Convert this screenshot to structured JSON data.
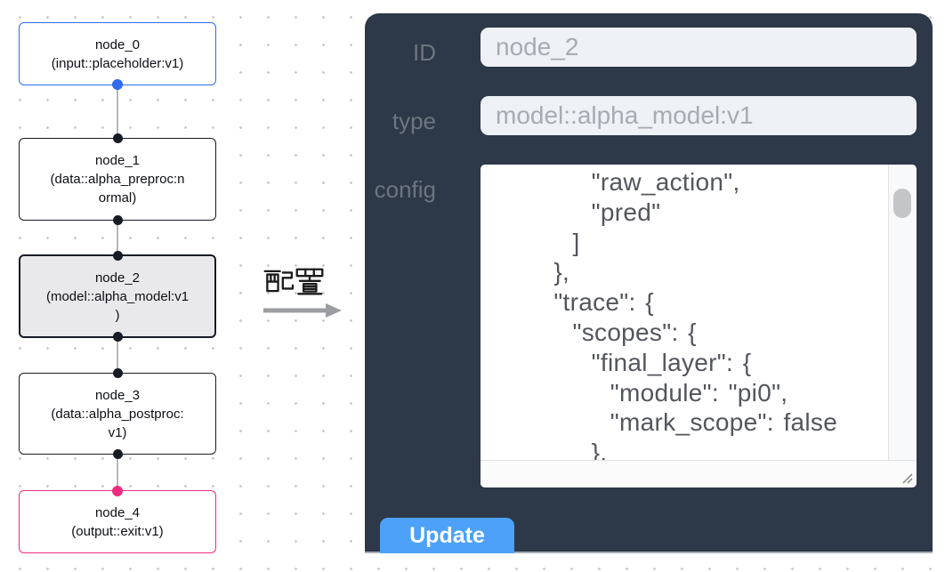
{
  "flow_editor": {
    "nodes": [
      {
        "name": "node_0",
        "type": "input::placeholder:v1",
        "role": "input",
        "state": "normal",
        "lines": [
          "node_0",
          "(input::placeholder:v1)"
        ]
      },
      {
        "name": "node_1",
        "type": "data::alpha_preproc:normal",
        "role": "processor",
        "state": "normal",
        "lines": [
          "node_1",
          "(data::alpha_preproc:n",
          "ormal)"
        ]
      },
      {
        "name": "node_2",
        "type": "model::alpha_model:v1",
        "role": "model",
        "state": "selected",
        "lines": [
          "node_2",
          "(model::alpha_model:v1",
          ")"
        ]
      },
      {
        "name": "node_3",
        "type": "data::alpha_postproc:v1",
        "role": "processor",
        "state": "normal",
        "lines": [
          "node_3",
          "(data::alpha_postproc:",
          "v1)"
        ]
      },
      {
        "name": "node_4",
        "type": "output::exit:v1",
        "role": "output",
        "state": "normal",
        "lines": [
          "node_4",
          "(output::exit:v1)"
        ]
      }
    ]
  },
  "annotation": {
    "configure_label": "配置"
  },
  "config_panel": {
    "id_field": {
      "label": "ID",
      "value": "node_2"
    },
    "type_field": {
      "label": "type",
      "value": "model::alpha_model:v1"
    },
    "config_field": {
      "label": "config",
      "value": "        \"raw_action\",\n        \"pred\"\n      ]\n    },\n    \"trace\": {\n      \"scopes\": {\n        \"final_layer\": {\n          \"module\": \"pi0\",\n          \"mark_scope\": false\n        },\n        \"action_model\": {"
    },
    "update_button": "Update"
  },
  "colors": {
    "panel_bg": "#2d3848",
    "node_border_default": "#171b24",
    "node_input_accent": "#2e6ced",
    "node_output_accent": "#ee2d80",
    "node_selected_bg": "#e9e9eb",
    "update_button_bg": "#4da1f8",
    "input_bg": "#eef1f5"
  }
}
